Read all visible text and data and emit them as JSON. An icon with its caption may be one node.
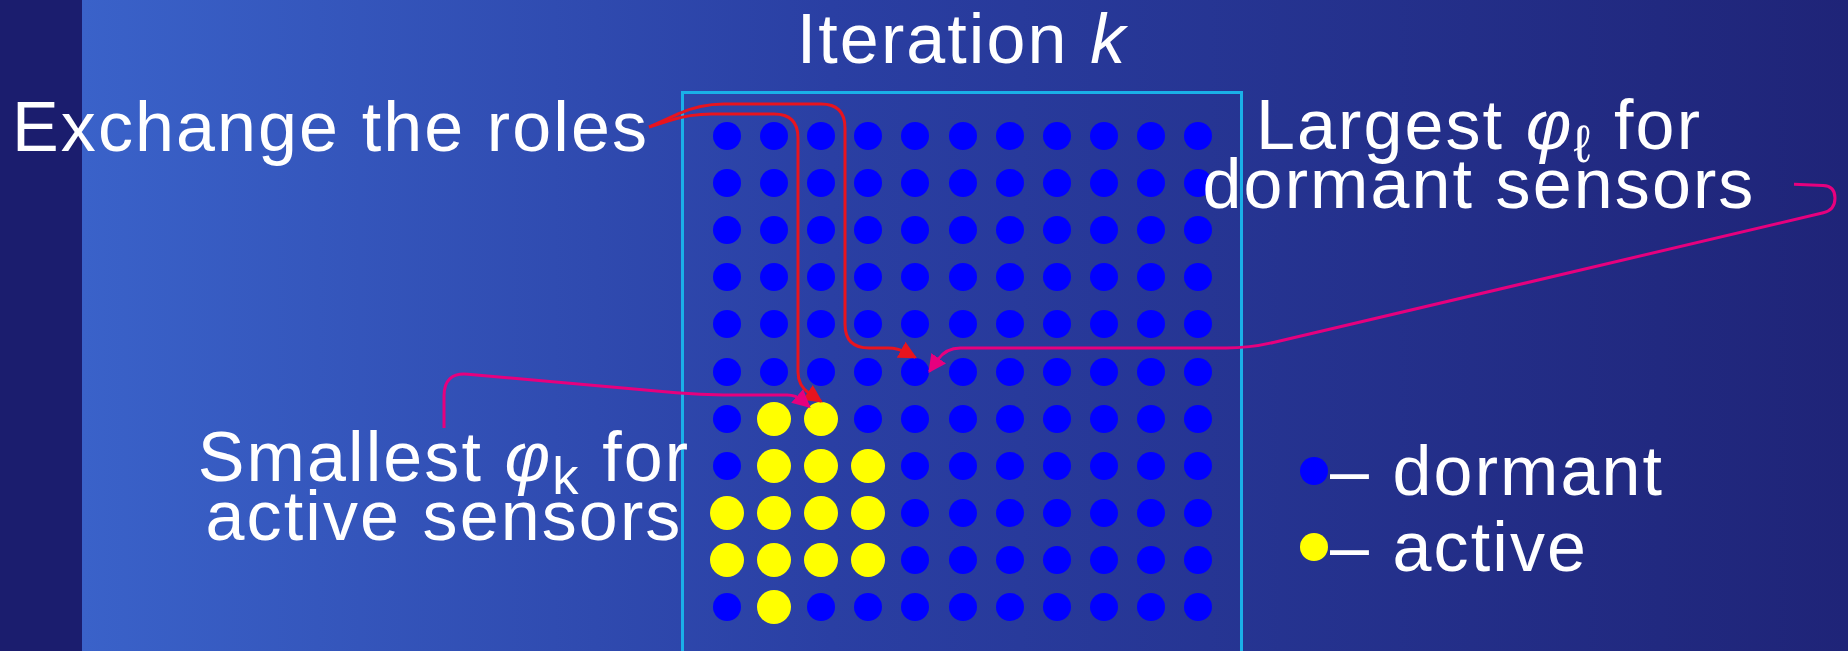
{
  "diagram": {
    "nodes": [
      {
        "text": [
          "Iteration *k*"
        ]
      },
      {
        "text": [
          "Exchange the roles"
        ]
      },
      {
        "text": [
          "Largest *φ*$_{ℓ}$ for dormant sensors"
        ]
      },
      {
        "text": [
          "Smallest *φ*$_{k}$ for active sensors"
        ]
      },
      {
        "text": [],
        "shape": "circle",
        "in": 0
      },
      {
        "text": [],
        "shape": "circle",
        "in": 0
      },
      {
        "text": [],
        "shape": "circle",
        "in": 0
      },
      {
        "text": [],
        "shape": "circle",
        "in": 0
      },
      {
        "text": [],
        "shape": "circle",
        "in": 0
      },
      {
        "text": [],
        "shape": "circle",
        "in": 0
      },
      {
        "text": [],
        "shape": "circle",
        "in": 0
      },
      {
        "text": [],
        "shape": "circle",
        "in": 0
      },
      {
        "text": [],
        "shape": "circle",
        "in": 0
      },
      {
        "text": [],
        "shape": "circle",
        "in": 0
      },
      {
        "text": [],
        "shape": "circle",
        "in": 0
      },
      {
        "text": [],
        "shape": "circle",
        "in": 0
      },
      {
        "text": [],
        "shape": "circle",
        "in": 0
      },
      {
        "text": [],
        "shape": "circle",
        "in": 0
      },
      {
        "text": [],
        "shape": "circle",
        "in": 0
      },
      {
        "text": [],
        "shape": "circle",
        "in": 0
      },
      {
        "text": [],
        "shape": "circle",
        "in": 0
      },
      {
        "text": [],
        "shape": "circle",
        "in": 0
      },
      {
        "text": [],
        "shape": "circle",
        "in": 0
      },
      {
        "text": [],
        "shape": "circle",
        "in": 0
      },
      {
        "text": [],
        "shape": "circle",
        "in": 0
      },
      {
        "text": [],
        "shape": "circle",
        "in": 0
      },
      {
        "text": [],
        "shape": "circle",
        "in": 0
      },
      {
        "text": [],
        "shape": "circle",
        "in": 0
      },
      {
        "text": [],
        "shape": "circle",
        "in": 0
      },
      {
        "text": [],
        "shape": "circle",
        "in": 0
      },
      {
        "text": [],
        "shape": "circle",
        "in": 0
      },
      {
        "text": [],
        "shape": "circle",
        "in": 0
      },
      {
        "text": [],
        "shape": "circle",
        "in": 0
      },
      {
        "text": [],
        "shape": "circle",
        "in": 0
      },
      {
        "text": [],
        "shape": "circle",
        "in": 0
      },
      {
        "text": [],
        "shape": "circle",
        "in": 0
      },
      {
        "text": [],
        "shape": "circle",
        "in": 0
      },
      {
        "text": [],
        "shape": "circle",
        "in": 0
      },
      {
        "text": [],
        "shape": "circle",
        "in": 0
      },
      {
        "text": [],
        "shape": "circle",
        "in": 0
      },
      {
        "text": [],
        "shape": "circle",
        "in": 0
      },
      {
        "text": [],
        "shape": "circle",
        "in": 0
      },
      {
        "text": [],
        "shape": "circle",
        "in": 0
      },
      {
        "text": [],
        "shape": "circle",
        "in": 0
      },
      {
        "text": [],
        "shape": "circle",
        "in": 0
      },
      {
        "text": [],
        "shape": "circle",
        "in": 0
      },
      {
        "text": [],
        "shape": "circle",
        "in": 0
      },
      {
        "text": [],
        "shape": "circle",
        "in": 0
      },
      {
        "text": [],
        "shape": "circle",
        "in": 0
      },
      {
        "text": [],
        "shape": "circle",
        "in": 0
      },
      {
        "text": [],
        "shape": "circle",
        "in": 0
      },
      {
        "text": [],
        "shape": "circle",
        "in": 0
      },
      {
        "text": [],
        "shape": "circle",
        "in": 0
      },
      {
        "text": [],
        "shape": "circle",
        "in": 0
      },
      {
        "text": [],
        "shape": "circle",
        "in": 0
      },
      {
        "text": [],
        "shape": "circle",
        "in": 0
      },
      {
        "text": [],
        "shape": "circle",
        "in": 0
      },
      {
        "text": [],
        "shape": "circle",
        "in": 0
      },
      {
        "text": [],
        "shape": "circle",
        "in": 0
      },
      {
        "text": [],
        "shape": "circle",
        "in": 0
      },
      {
        "text": [],
        "shape": "circle",
        "in": 0
      },
      {
        "text": [],
        "shape": "circle",
        "in": 0
      },
      {
        "text": [],
        "shape": "circle",
        "in": 0
      },
      {
        "text": [],
        "shape": "circle",
        "in": 0
      },
      {
        "text": [],
        "shape": "circle",
        "in": 0
      },
      {
        "text": [],
        "shape": "circle",
        "in": 0
      },
      {
        "text": [],
        "shape": "circle",
        "in": 0
      },
      {
        "text": [],
        "shape": "circle",
        "in": 0
      },
      {
        "text": [],
        "shape": "circle",
        "in": 0
      },
      {
        "text": [],
        "shape": "circle",
        "in": 0
      },
      {
        "text": [],
        "shape": "circle",
        "in": 0
      },
      {
        "text": [],
        "shape": "circle",
        "in": 0
      },
      {
        "text": [],
        "shape": "circle",
        "in": 0
      },
      {
        "text": [],
        "shape": "circle",
        "in": 0
      },
      {
        "text": [],
        "shape": "circle",
        "in": 0
      },
      {
        "text": [],
        "shape": "circle",
        "in": 0
      },
      {
        "text": [],
        "shape": "circle",
        "in": 0
      },
      {
        "text": [],
        "shape": "circle",
        "in": 0
      },
      {
        "text": [],
        "shape": "circle",
        "in": 0
      },
      {
        "text": [],
        "shape": "circle",
        "in": 0
      },
      {
        "text": [],
        "shape": "circle",
        "in": 0
      },
      {
        "text": [],
        "shape": "circle",
        "in": 0
      },
      {
        "text": [],
        "shape": "circle",
        "in": 0
      },
      {
        "text": [],
        "shape": "circle",
        "in": 0
      },
      {
        "text": [],
        "shape": "circle",
        "in": 0
      },
      {
        "text": [],
        "shape": "circle",
        "in": 0
      },
      {
        "text": [],
        "shape": "circle",
        "in": 0
      },
      {
        "text": [],
        "shape": "circle",
        "in": 0
      },
      {
        "text": [],
        "shape": "circle",
        "in": 0
      },
      {
        "text": [],
        "shape": "circle",
        "in": 0
      },
      {
        "text": [],
        "shape": "circle",
        "in": 0
      },
      {
        "text": [],
        "shape": "circle",
        "in": 0
      },
      {
        "text": [],
        "shape": "circle",
        "in": 0
      },
      {
        "text": [],
        "shape": "circle",
        "in": 0
      },
      {
        "text": [],
        "shape": "circle",
        "in": 0
      },
      {
        "text": [],
        "shape": "circle",
        "in": 0
      },
      {
        "text": [],
        "shape": "circle",
        "in": 0
      },
      {
        "text": [],
        "shape": "circle",
        "in": 0
      },
      {
        "text": [],
        "shape": "circle",
        "in": 0
      },
      {
        "text": [],
        "shape": "circle",
        "in": 0
      },
      {
        "text": [],
        "shape": "circle",
        "in": 0
      },
      {
        "text": [],
        "shape": "circle",
        "in": 0
      },
      {
        "text": [],
        "shape": "circle",
        "in": 0
      },
      {
        "text": [],
        "shape": "circle",
        "in": 0
      },
      {
        "text": [],
        "shape": "circle",
        "in": 0
      },
      {
        "text": [],
        "shape": "circle",
        "in": 0
      },
      {
        "text": [],
        "shape": "circle",
        "in": 0
      },
      {
        "text": [],
        "shape": "circle",
        "in": 0
      },
      {
        "text": [],
        "shape": "circle",
        "in": 0
      },
      {
        "text": [],
        "shape": "circle",
        "in": 0
      },
      {
        "text": [],
        "shape": "circle",
        "in": 0
      },
      {
        "text": [],
        "shape": "circle",
        "in": 0
      },
      {
        "text": [],
        "shape": "circle",
        "in": 0
      },
      {
        "text": [],
        "shape": "circle",
        "in": 0
      },
      {
        "text": [],
        "shape": "circle",
        "in": 0
      },
      {
        "text": [],
        "shape": "circle",
        "in": 0
      },
      {
        "text": [],
        "shape": "circle",
        "in": 0
      },
      {
        "text": [],
        "shape": "circle",
        "in": 0
      },
      {
        "text": [],
        "shape": "circle",
        "in": 0
      },
      {
        "text": [],
        "shape": "circle",
        "in": 0
      },
      {
        "text": [],
        "shape": "circle",
        "in": 0
      },
      {
        "text": [],
        "shape": "circle",
        "in": 0
      },
      {
        "text": [],
        "shape": "circle",
        "in": 0
      },
      {
        "text": [],
        "shape": "circle",
        "in": 0
      },
      {
        "text": [],
        "shape": "circle",
        "in": 0
      }
    ],
    "edges": [
      {
        "from": 1,
        "to": 72,
        "arrow": "to"
      },
      {
        "from": 1,
        "to": 63,
        "arrow": "to"
      },
      {
        "from": 2,
        "to": 63,
        "arrow": "to",
        "color": "#e6007e"
      },
      {
        "from": 3,
        "to": 72,
        "arrow": "to",
        "color": "#e6007e"
      }
    ],
    "legend": [
      {
        "text": "– dormant",
        "color": "#0000ff"
      },
      {
        "text": "– active",
        "color": "#ffff00"
      }
    ]
  }
}
